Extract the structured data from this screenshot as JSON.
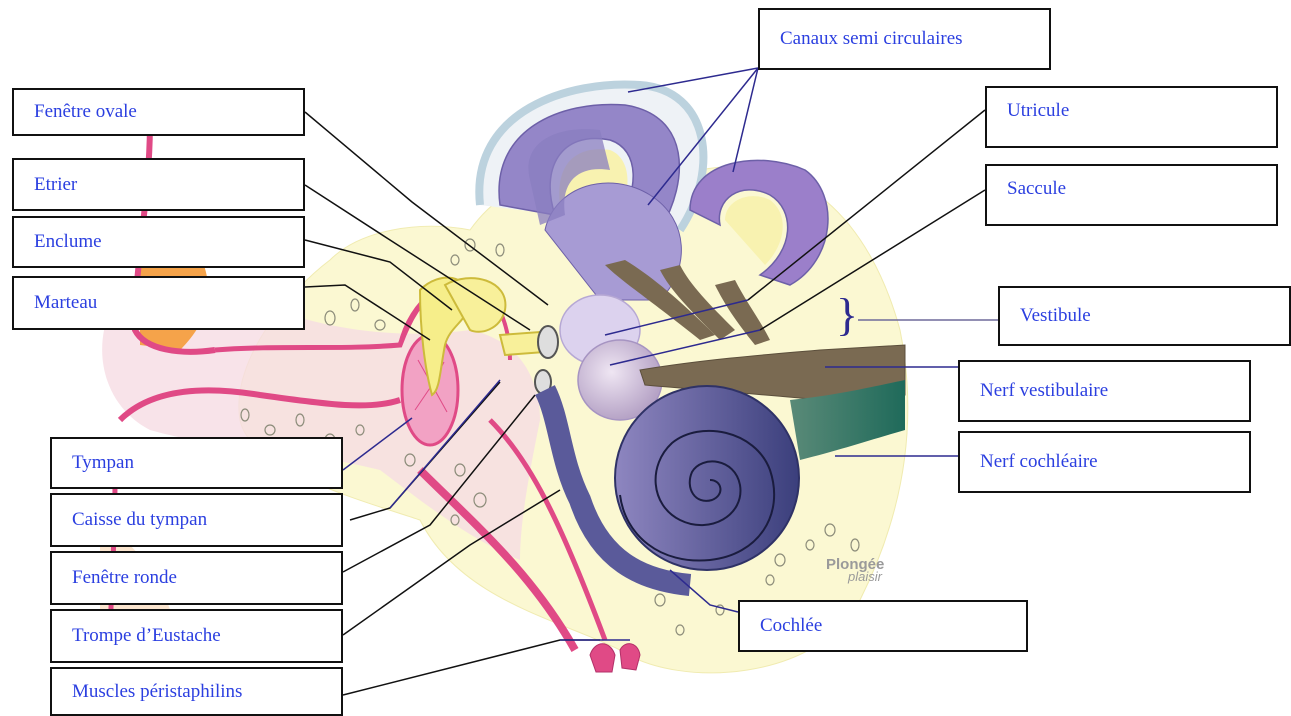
{
  "labels": {
    "canaux": "Canaux semi circulaires",
    "fenetre_ovale": "Fenêtre ovale",
    "etrier": "Etrier",
    "enclume": "Enclume",
    "marteau": "Marteau",
    "utricule": "Utricule",
    "saccule": "Saccule",
    "vestibule": "Vestibule",
    "nerf_vestibulaire": "Nerf vestibulaire",
    "nerf_cochleaire": "Nerf cochléaire",
    "tympan": "Tympan",
    "caisse": "Caisse du tympan",
    "fenetre_ronde": "Fenêtre ronde",
    "trompe": "Trompe d’Eustache",
    "muscles": "Muscles péristaphilins",
    "cochlee": "Cochlée"
  },
  "watermark": {
    "line1": "Plongée",
    "line2": "plaisir"
  },
  "colors": {
    "label_text": "#2b3fe0",
    "leader_line_dark": "#111111",
    "leader_line_blue": "#2d2a8f",
    "canal_purple": "#8f7fc4",
    "cochlea_blue": "#5a5a9a",
    "nerve_brown": "#7a6a52",
    "nerve_green": "#2f6e5e",
    "tube_pink": "#e04a86",
    "bone_yellow": "#fbf7cf"
  }
}
